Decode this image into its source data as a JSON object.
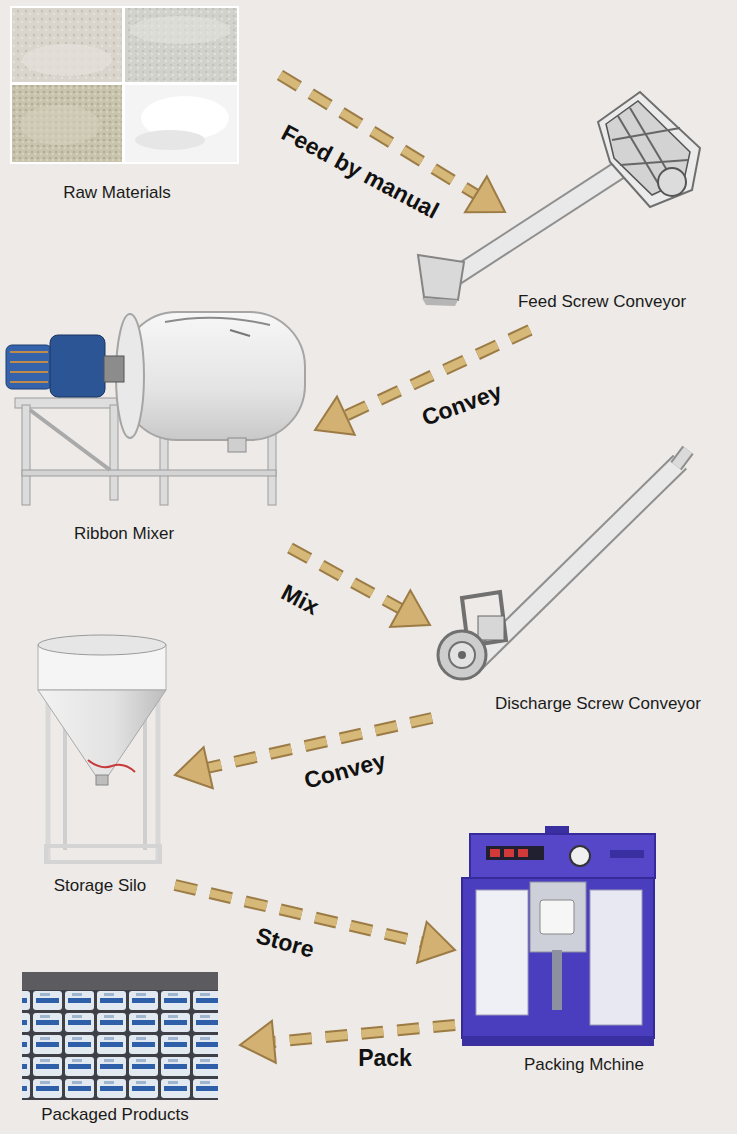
{
  "diagram": {
    "nodes": [
      {
        "text": [
          "Raw Materials"
        ]
      },
      {
        "text": [
          "Feed Screw Conveyor"
        ]
      },
      {
        "text": [
          "Ribbon Mixer"
        ]
      },
      {
        "text": [
          "Discharge Screw Conveyor"
        ]
      },
      {
        "text": [
          "Storage Silo"
        ]
      },
      {
        "text": [
          "Packing Mchine"
        ]
      },
      {
        "text": [
          "Packaged Products"
        ]
      }
    ],
    "edges": [
      {
        "from": 0,
        "to": 1,
        "label": "Feed by manual",
        "arrow": "to"
      },
      {
        "from": 1,
        "to": 2,
        "label": "Convey",
        "arrow": "to"
      },
      {
        "from": 2,
        "to": 3,
        "label": "Mix",
        "arrow": "to"
      },
      {
        "from": 3,
        "to": 4,
        "label": "Convey",
        "arrow": "to"
      },
      {
        "from": 4,
        "to": 5,
        "label": "Store",
        "arrow": "to"
      },
      {
        "from": 5,
        "to": 6,
        "label": "Pack",
        "arrow": "to"
      }
    ]
  }
}
